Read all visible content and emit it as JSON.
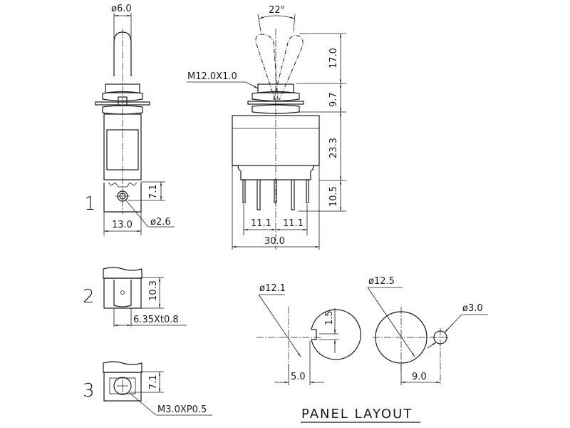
{
  "drawing": {
    "side_view": {
      "lever_diameter": "ø6.0",
      "terminal_width": "13.0",
      "terminal_hole": "ø2.6",
      "terminal_hole_height": "7.1",
      "terminal_label": "1"
    },
    "front_view": {
      "lever_angle": "22°",
      "thread": "M12.0X1.0",
      "lever_height": "17.0",
      "bushing_height": "9.7",
      "body_height": "23.3",
      "pin_length": "10.5",
      "pin_pitch_left": "11.1",
      "pin_pitch_right": "11.1",
      "body_width": "30.0"
    },
    "terminal_2": {
      "label": "2",
      "height": "10.3",
      "tab_size": "6.35Xt0.8"
    },
    "terminal_3": {
      "label": "3",
      "height": "7.1",
      "screw": "M3.0XP0.5"
    },
    "panel_layout": {
      "title": "PANEL LAYOUT",
      "hole1_diameter": "ø12.1",
      "hole1_keyway": "1.5",
      "hole1_offset": "5.0",
      "hole2_diameter": "ø12.5",
      "hole2_pin_diameter": "ø3.0",
      "hole2_pin_offset": "9.0"
    }
  }
}
